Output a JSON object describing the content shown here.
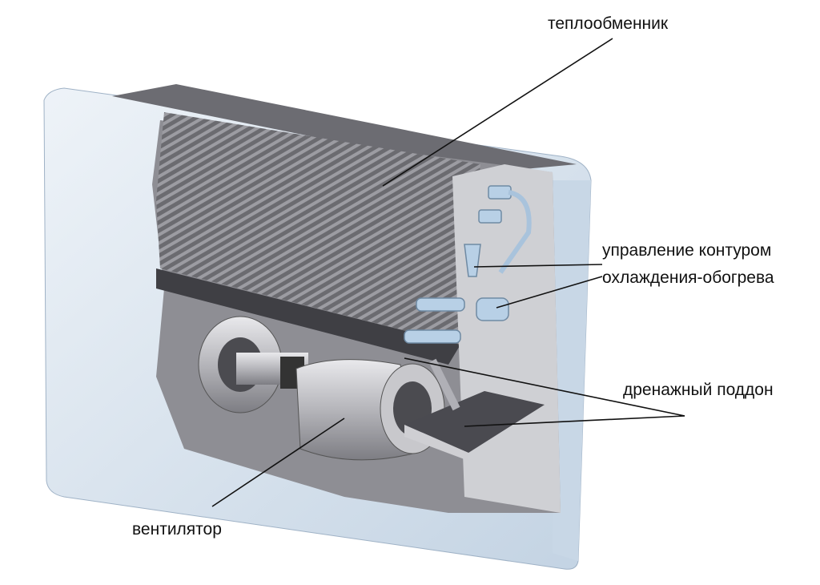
{
  "labels": {
    "heat_exchanger": "теплообменник",
    "control_line1": "управление контуром",
    "control_line2": "охлаждения-обогрева",
    "drain_pan": "дренажный поддон",
    "fan": "вентилятор"
  },
  "colors": {
    "casing": "#dfe8f1",
    "casing_shadow": "#b9cadb",
    "metal_dark": "#5d5d62",
    "metal_mid": "#9a9aa0",
    "pipe": "#b8d0e6"
  }
}
